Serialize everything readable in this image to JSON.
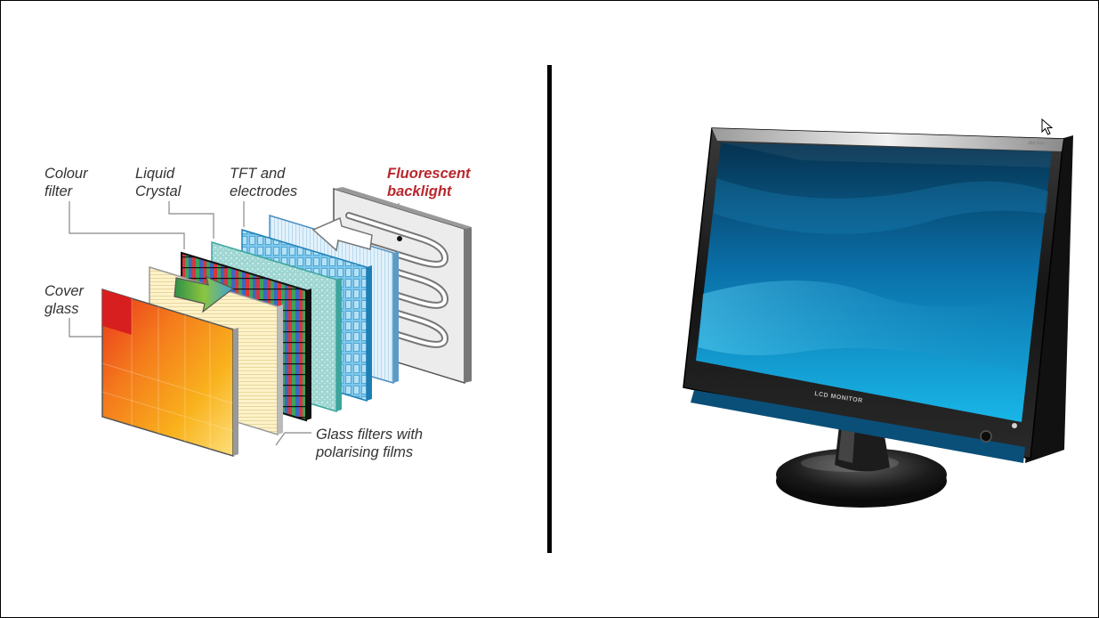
{
  "left_diagram": {
    "labels": {
      "colour_filter": "Colour\nfilter",
      "liquid_crystal": "Liquid\nCrystal",
      "tft_electrodes": "TFT and\nelectrodes",
      "backlight": "Fluorescent\nbacklight",
      "cover_glass": "Cover\nglass",
      "glass_filters": "Glass filters with\npolarising films"
    }
  },
  "monitor": {
    "bezel_label": "LCD MONITOR",
    "top_badge": "dbp icon"
  },
  "colors": {
    "backlight_label": "#b8282e",
    "screen": "#0a6fa8",
    "bezel": "#1a1a1a"
  }
}
